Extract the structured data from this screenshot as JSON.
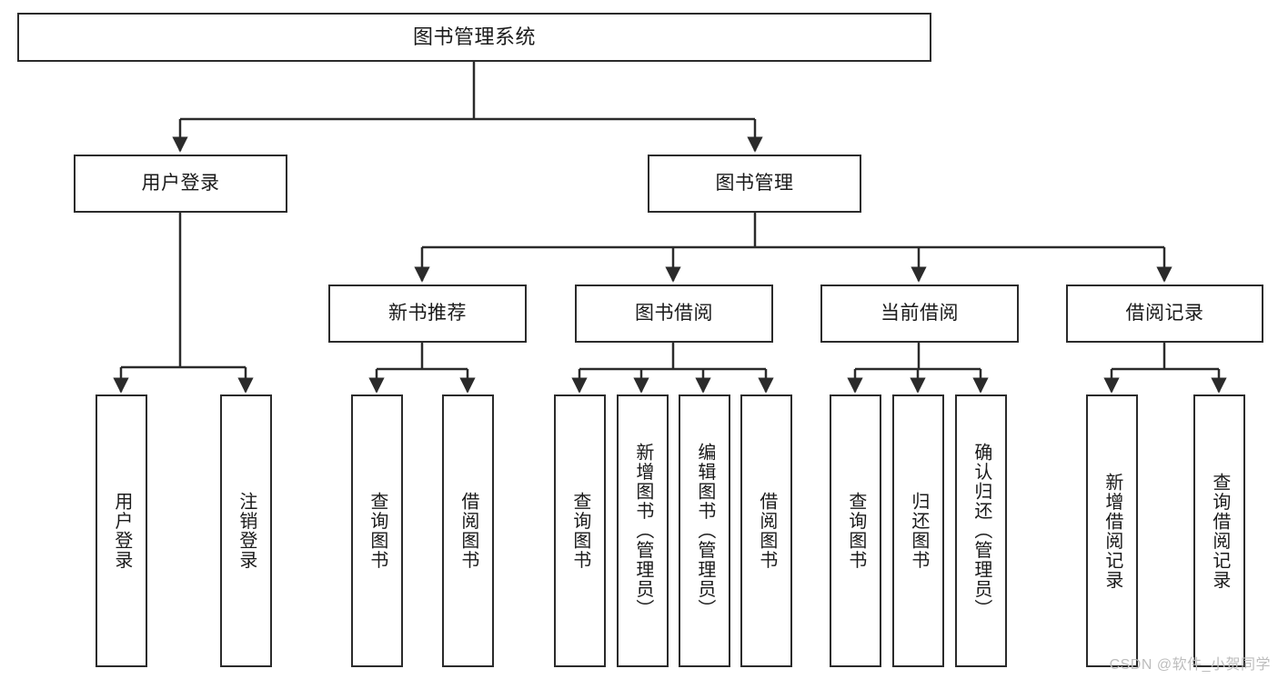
{
  "diagram": {
    "title": "图书管理系统",
    "type": "tree-hierarchy",
    "orientation": "top-down",
    "colors": {
      "box_border": "#2b2b2b",
      "box_fill": "#ffffff",
      "connector": "#2b2b2b",
      "text": "#1a1a1a",
      "watermark": "#bdbdbd",
      "background": "#ffffff"
    }
  },
  "nodes": {
    "root": {
      "label": "图书管理系统"
    },
    "level2": [
      {
        "label": "用户登录"
      },
      {
        "label": "图书管理"
      }
    ],
    "level3": [
      {
        "label": "新书推荐"
      },
      {
        "label": "图书借阅"
      },
      {
        "label": "当前借阅"
      },
      {
        "label": "借阅记录"
      }
    ],
    "leaves": {
      "user_login": [
        {
          "label": "用户登录"
        },
        {
          "label": "注销登录"
        }
      ],
      "new_book_recommend": [
        {
          "label": "查询图书"
        },
        {
          "label": "借阅图书"
        }
      ],
      "book_borrow": [
        {
          "label": "查询图书"
        },
        {
          "label": "新增图书（管理员）"
        },
        {
          "label": "编辑图书（管理员）"
        },
        {
          "label": "借阅图书"
        }
      ],
      "current_borrow": [
        {
          "label": "查询图书"
        },
        {
          "label": "归还图书"
        },
        {
          "label": "确认归还（管理员）"
        }
      ],
      "borrow_record": [
        {
          "label": "新增借阅记录"
        },
        {
          "label": "查询借阅记录"
        }
      ]
    }
  },
  "watermark": {
    "text": "CSDN @软件_小贺同学"
  }
}
